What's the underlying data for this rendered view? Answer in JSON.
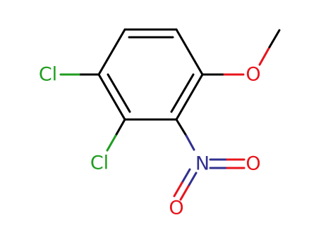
{
  "colors": {
    "background": "#ffffff",
    "bond": "#000000",
    "chlorine": "#1f9e1f",
    "oxygen": "#e8141b",
    "nitrogen": "#30308f"
  },
  "atoms": {
    "chlorine_top": "Cl",
    "chlorine_bottom": "Cl",
    "oxygen_methoxy": "O",
    "nitrogen_nitro": "N",
    "oxygen_nitro_right": "O",
    "oxygen_nitro_bottom": "O"
  }
}
